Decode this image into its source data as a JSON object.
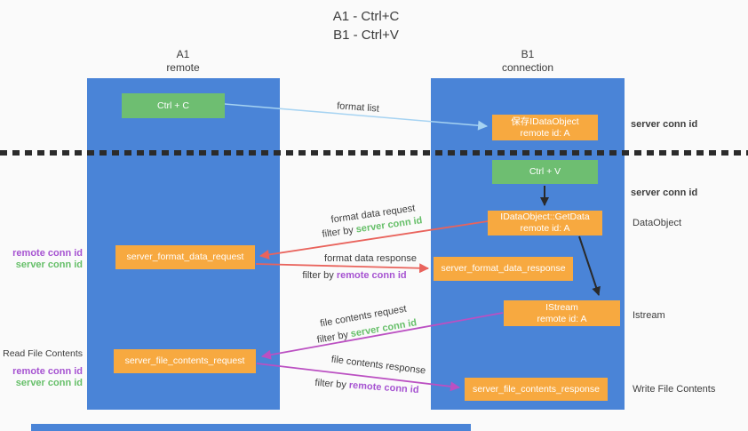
{
  "title": {
    "line1": "A1 - Ctrl+C",
    "line2": "B1 - Ctrl+V"
  },
  "lanes": {
    "left": {
      "title": "A1",
      "subtitle": "remote"
    },
    "right": {
      "title": "B1",
      "subtitle": "connection"
    }
  },
  "nodes": {
    "ctrl_c": {
      "label": "Ctrl + C"
    },
    "save_idataobject": {
      "line1": "保存IDataObject",
      "line2": "remote id: A"
    },
    "ctrl_v": {
      "label": "Ctrl + V"
    },
    "idataobject_getdata": {
      "line1": "IDataObject::GetData",
      "line2": "remote id: A"
    },
    "server_format_data_request": {
      "label": "server_format_data_request"
    },
    "server_format_data_response": {
      "label": "server_format_data_response"
    },
    "istream": {
      "line1": "IStream",
      "line2": "remote id: A"
    },
    "server_file_contents_request": {
      "label": "server_file_contents_request"
    },
    "server_file_contents_response": {
      "label": "server_file_contents_response"
    }
  },
  "edges": {
    "format_list": {
      "label": "format list"
    },
    "format_data_request": {
      "label": "format data request",
      "filter_prefix": "filter by",
      "filter_key": "server conn id"
    },
    "format_data_response": {
      "label": "format data response",
      "filter_prefix": "filter by",
      "filter_key": "remote conn id"
    },
    "file_contents_request": {
      "label": "file contents request",
      "filter_prefix": "filter by",
      "filter_key": "server conn id"
    },
    "file_contents_response": {
      "label": "file contents response",
      "filter_prefix": "filter by",
      "filter_key": "remote conn id"
    }
  },
  "annotations": {
    "right_top_server_conn": "server conn id",
    "right_mid_server_conn": "server conn id",
    "dataobject": "DataObject",
    "istream": "Istream",
    "write_file_contents": "Write File Contents",
    "left_mid": {
      "line1": "remote conn id",
      "line2": "server conn id"
    },
    "read_file_contents": "Read File Contents",
    "left_bottom": {
      "line1": "remote conn id",
      "line2": "server conn id"
    }
  },
  "colors": {
    "lane_blue": "#4a84d7",
    "node_orange": "#f7a940",
    "node_green": "#6ebe71",
    "arrow_lightblue": "#a6d3f2",
    "arrow_red": "#e9635c",
    "arrow_magenta": "#bb50c2",
    "arrow_black": "#2a2a2a",
    "text_green": "#66bf69",
    "text_purple": "#a653d1"
  }
}
